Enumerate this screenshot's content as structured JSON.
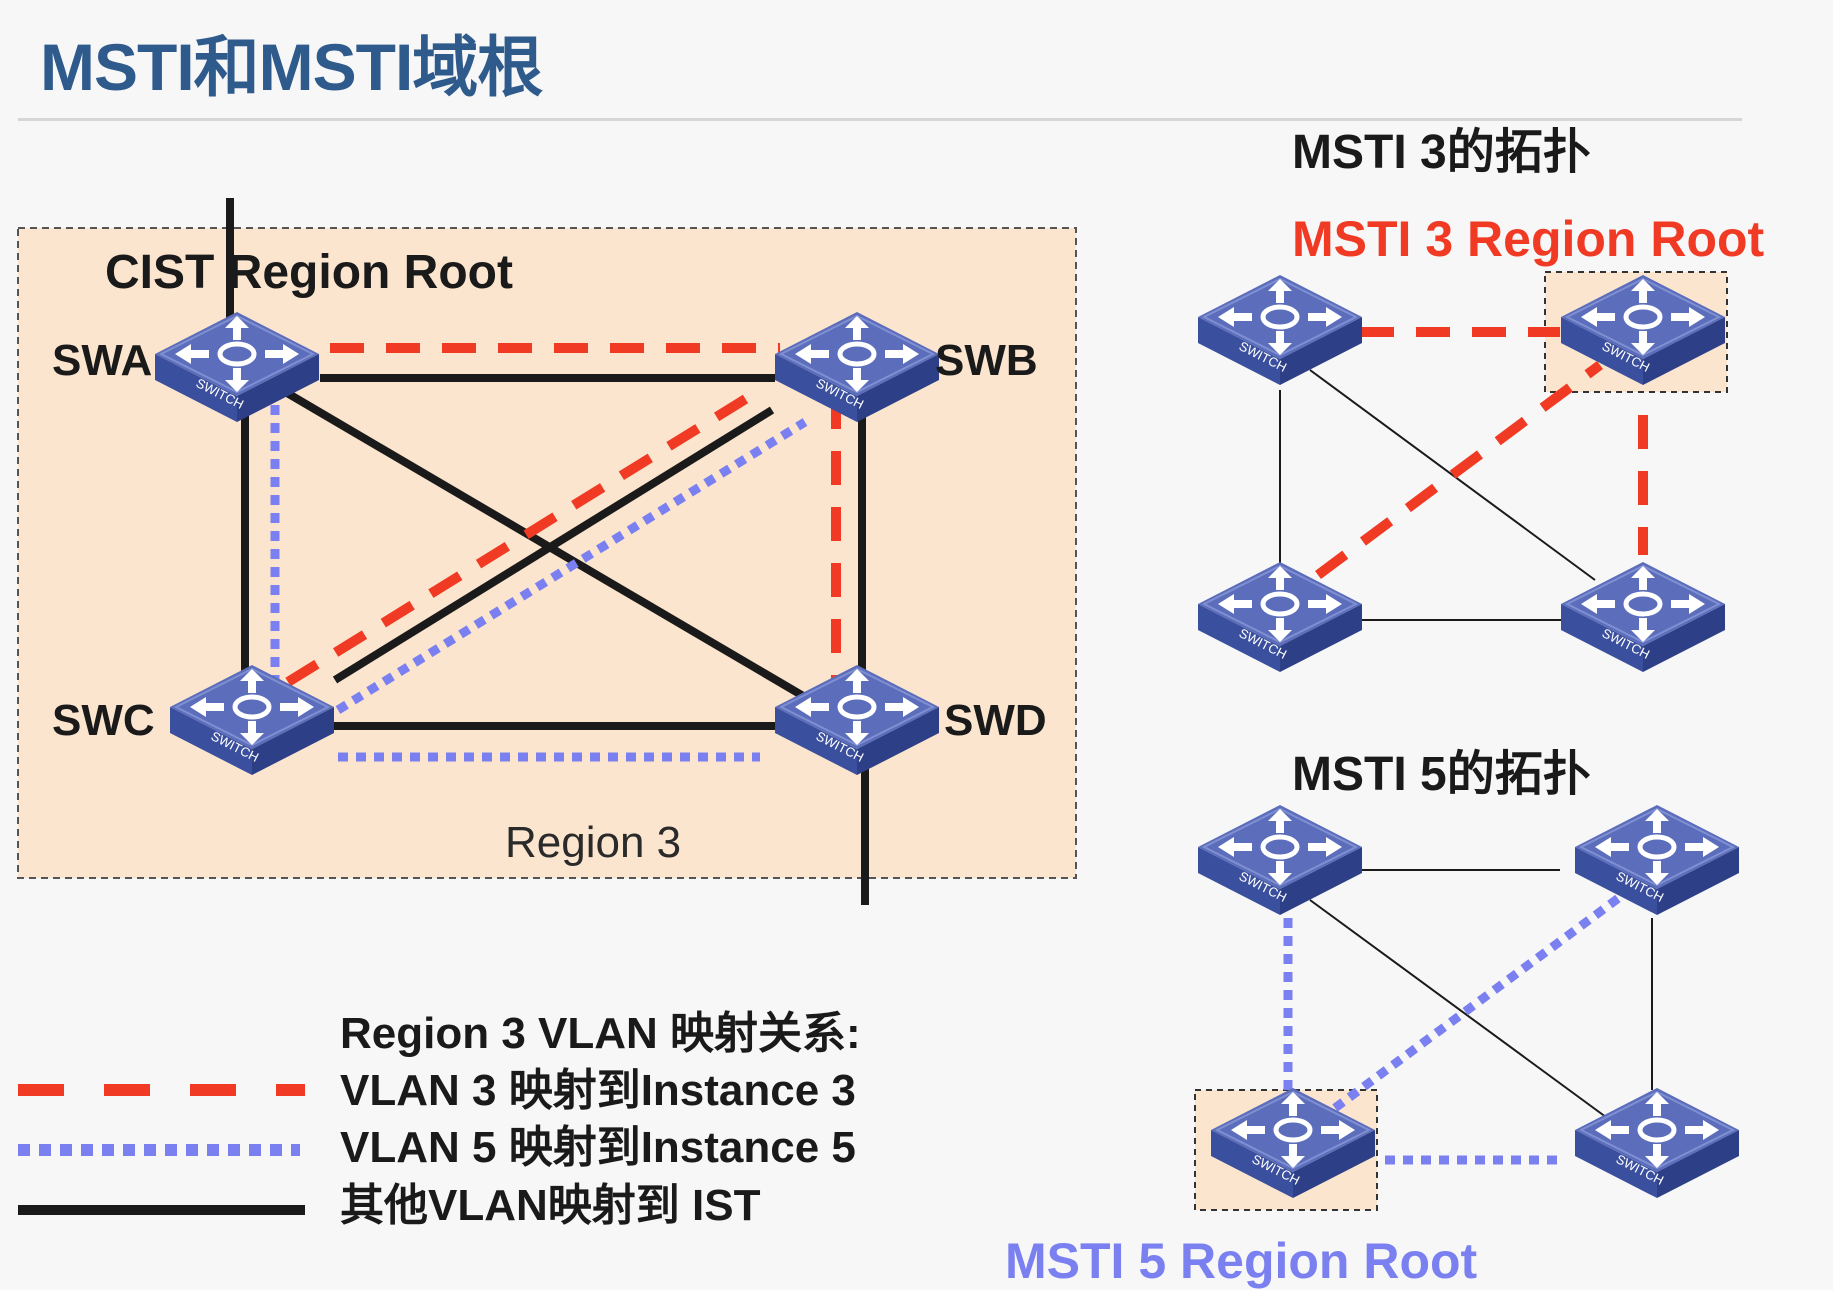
{
  "title": "MSTI和MSTI域根",
  "left_diagram": {
    "region_root_label": "CIST Region Root",
    "region_label": "Region 3",
    "switches": [
      {
        "id": "SWA",
        "label": "SWA"
      },
      {
        "id": "SWB",
        "label": "SWB"
      },
      {
        "id": "SWC",
        "label": "SWC"
      },
      {
        "id": "SWD",
        "label": "SWD"
      }
    ],
    "switch_icon_text": "SWITCH"
  },
  "legend": {
    "heading": "Region 3 VLAN 映射关系:",
    "items": [
      {
        "style": "red-dashed",
        "text": "VLAN 3 映射到Instance 3"
      },
      {
        "style": "blue-dotted",
        "text": "VLAN 5 映射到Instance 5"
      },
      {
        "style": "black-solid",
        "text": "其他VLAN映射到 IST"
      }
    ]
  },
  "msti3": {
    "heading": "MSTI 3的拓扑",
    "root_label": "MSTI 3 Region Root"
  },
  "msti5": {
    "heading": "MSTI 5的拓扑",
    "root_label": "MSTI 5 Region Root"
  },
  "colors": {
    "title": "#2f5a8c",
    "red": "#f03a24",
    "blue": "#7b80f0",
    "black": "#1a1a1a",
    "region_fill": "#fce5cf",
    "switch_top": "#5a6cb8",
    "switch_side": "#3b4f9c"
  }
}
